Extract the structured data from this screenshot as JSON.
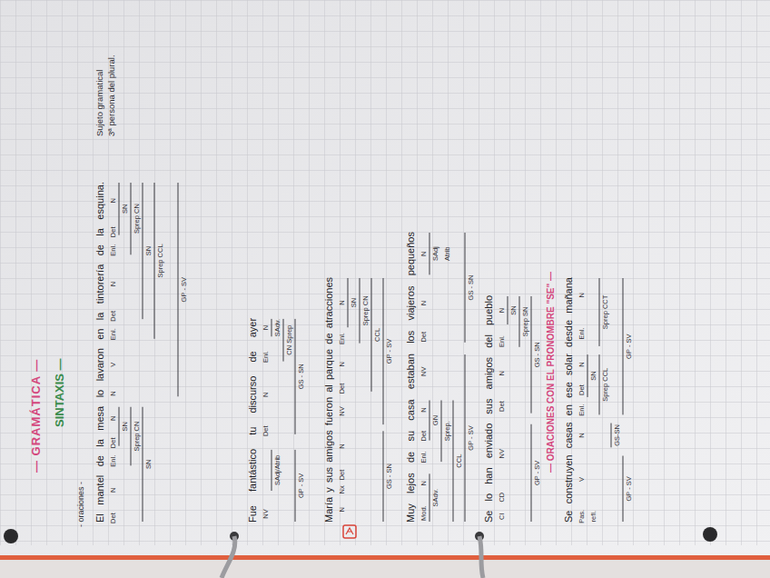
{
  "diagram": {
    "title": "— GRAMÁTICA —",
    "labels": [
      "SINTAXIS —",
      "- oraciones -",
      "El mantel de la mesa lo lavaron en la tintorería de la esquina.",
      "Sujeto gramatical",
      "3ª persona del plural.",
      "Det",
      "N",
      "Enl.",
      "Det",
      "N",
      "N",
      "V",
      "Enl.",
      "Det",
      "N",
      "Enl.",
      "Det",
      "N",
      "SN",
      "SN",
      "Sprep CN",
      "Sprep CN",
      "SN",
      "SN",
      "Sprep CCL",
      "GP - SV",
      "Fue fantástico tu discurso de ayer",
      "NV",
      "Det",
      "N",
      "Enl.",
      "N",
      "SAdj/Atrib",
      "SAdv.",
      "CN Sprep",
      "GP - SV",
      "GS - SN",
      "María y sus amigos fueron al parque de atracciones",
      "N",
      "Nx",
      "Det",
      "N",
      "NV",
      "Det",
      "N",
      "Enl.",
      "N",
      "SN",
      "Sprep CN",
      "CCL",
      "GS - SN",
      "GP - SV",
      "Muy lejos de su casa estaban los viajeros pequeños",
      "Mod.",
      "N",
      "Enl.",
      "Det",
      "N",
      "NV",
      "Det",
      "N",
      "N",
      "SAdv.",
      "GN",
      "SAdj",
      "Sprep.",
      "Atrib",
      "CCL",
      "GP - SV",
      "GS - SN",
      "Se lo han enviado sus amigos del pueblo",
      "CI",
      "CD",
      "NV",
      "Det",
      "N",
      "Enl.",
      "N",
      "SN",
      "Sprep SN",
      "GP - SV",
      "GS - SN",
      "— ORACIONES CON EL PRONOMBRE \"SE\" —",
      "Se construyen casas en ese solar desde mañana",
      "Pas.",
      "V",
      "N",
      "Enl.",
      "Det",
      "N",
      "Enl.",
      "N",
      "refl.",
      "SN",
      "Sprep CCL",
      "Sprep CCT",
      "GS-SN",
      "GP - SV",
      "GP - SV"
    ]
  }
}
